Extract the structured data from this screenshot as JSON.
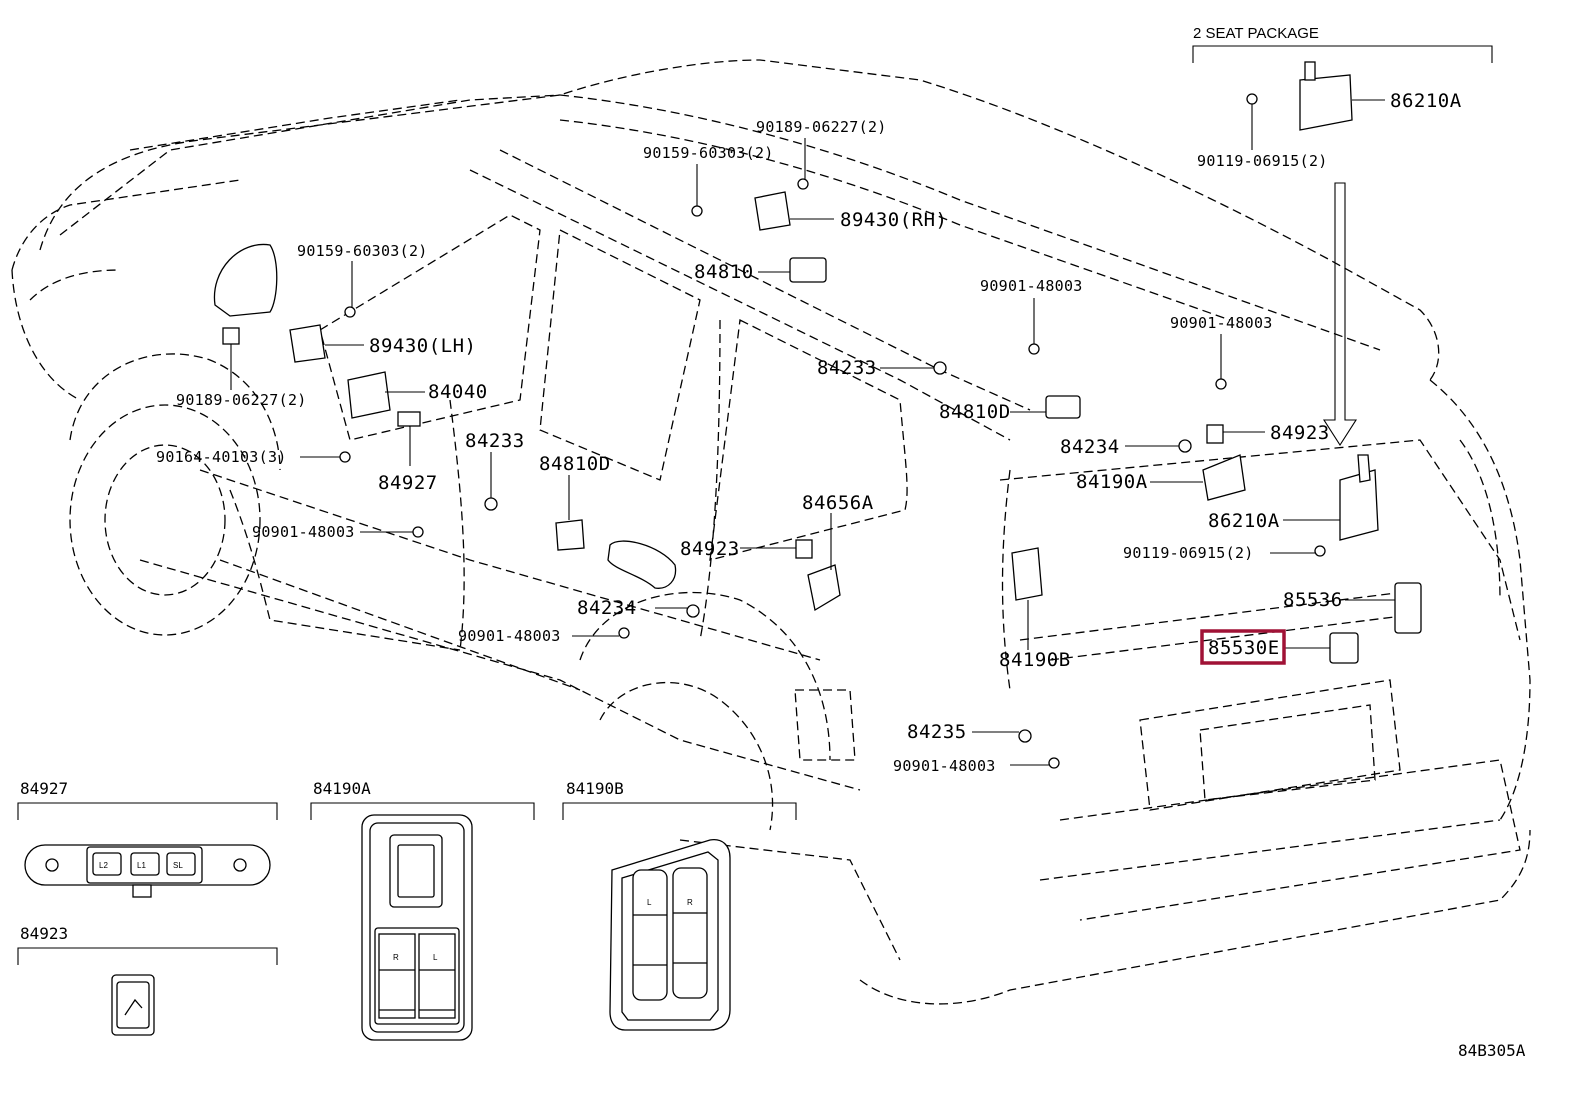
{
  "diagram_code": "84B305A",
  "highlight_color": "#a01236",
  "package_note": "2 SEAT PACKAGE",
  "callouts": {
    "p86210A_top": "86210A",
    "p90119_top": "90119-06915(2)",
    "p90189_rh": "90189-06227(2)",
    "p90159_rh": "90159-60303(2)",
    "p89430_rh": "89430(RH)",
    "p84810": "84810",
    "p90159_lh": "90159-60303(2)",
    "p89430_lh": "89430(LH)",
    "p90189_lh": "90189-06227(2)",
    "p84040": "84040",
    "p90164": "90164-40103(3)",
    "p84927": "84927",
    "p84233_left": "84233",
    "p90901_a": "90901-48003",
    "p84810D_mid": "84810D",
    "p84923_mid": "84923",
    "p84656A": "84656A",
    "p84234_mid": "84234",
    "p90901_b": "90901-48003",
    "p90901_c": "90901-48003",
    "p84233_roof": "84233",
    "p90901_d": "90901-48003",
    "p84810D_right": "84810D",
    "p84234_right": "84234",
    "p84923_right": "84923",
    "p84190A": "84190A",
    "p86210A_low": "86210A",
    "p90119_low": "90119-06915(2)",
    "p85536": "85536",
    "p85530E": "85530E",
    "p84190B": "84190B",
    "p84235": "84235",
    "p90901_e": "90901-48003"
  },
  "insets": {
    "i84927": {
      "title": "84927",
      "btn1": "L2",
      "btn2": "L1",
      "btn3": "SL"
    },
    "i84923": {
      "title": "84923"
    },
    "i84190A": {
      "title": "84190A",
      "left": "R",
      "right": "L"
    },
    "i84190B": {
      "title": "84190B",
      "left": "L",
      "right": "R"
    }
  }
}
